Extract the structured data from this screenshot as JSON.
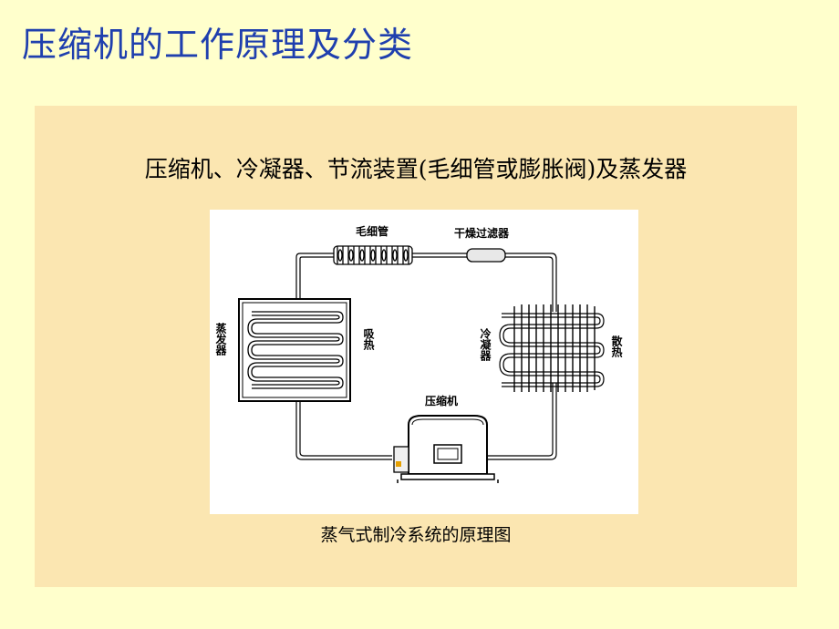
{
  "title": "压缩机的工作原理及分类",
  "subtitle": "压缩机、冷凝器、节流装置(毛细管或膨胀阀)及蒸发器",
  "caption": "蒸气式制冷系统的原理图",
  "diagram": {
    "labels": {
      "capillary": "毛细管",
      "dryer_filter": "干燥过滤器",
      "evaporator": "蒸发器",
      "absorb_heat": "吸热",
      "condenser": "冷凝器",
      "release_heat": "散热",
      "compressor": "压缩机"
    }
  },
  "colors": {
    "background": "#ffffcc",
    "panel": "#fbe6b1",
    "title": "#1f3fae"
  }
}
